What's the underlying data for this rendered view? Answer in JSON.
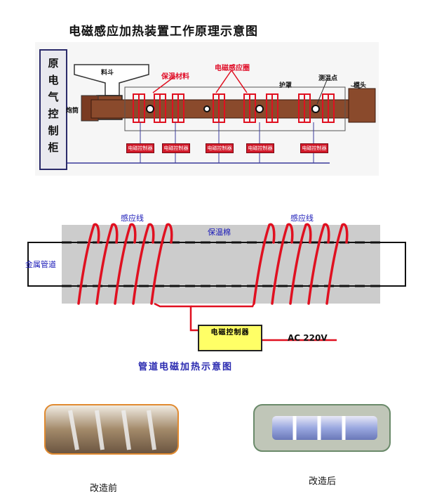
{
  "top": {
    "title": "电磁感应加热装置工作原理示意图",
    "cabinet_label": "原电气控制柜",
    "hopper_label": "料斗",
    "barrel_label": "炮筒",
    "insulation_label": "保温材料",
    "coil_label": "电磁感应圈",
    "cover_label": "护罩",
    "temp_label": "测温点",
    "die_label": "模头",
    "controllers": [
      "电磁控制器",
      "电磁控制器",
      "电磁控制器",
      "电磁控制器",
      "电磁控制器"
    ]
  },
  "middle": {
    "coil_label_left": "感应线",
    "coil_label_right": "感应线",
    "insulation_label": "保温棉",
    "pipe_label": "金属管道",
    "controller_label": "电磁控制器",
    "power_label": "AC  220V",
    "title": "管道电磁加热示意图"
  },
  "bottom": {
    "before_label": "改造前",
    "after_label": "改造后"
  },
  "colors": {
    "coil_red": "#e01020",
    "barrel_brown": "#7a3b22",
    "controller_yellow": "#ffff66",
    "insulation_gray": "#cccccc",
    "caption_blue": "#2a2ab0"
  }
}
